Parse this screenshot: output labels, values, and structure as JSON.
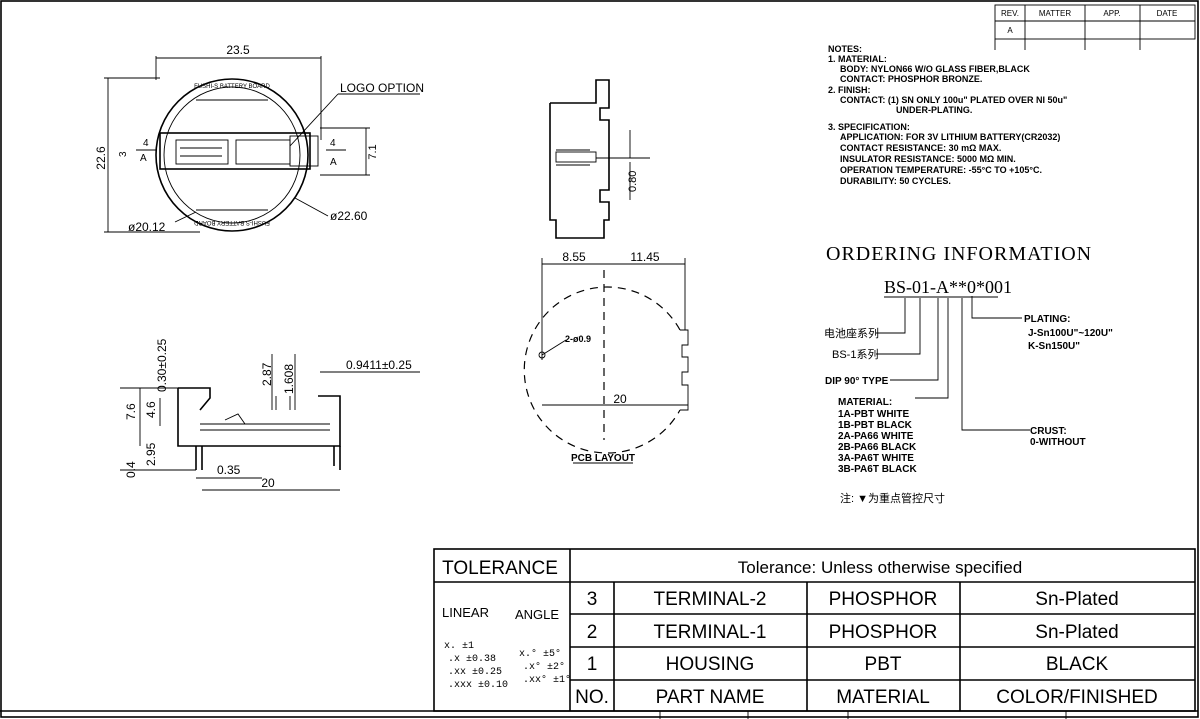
{
  "revision_block": {
    "headers": [
      "REV.",
      "MATTER",
      "APP.",
      "DATE"
    ],
    "rev": "A"
  },
  "notes": {
    "title": "NOTES:",
    "lines": [
      "1. MATERIAL:",
      "BODY: NYLON66 W/O GLASS FIBER,BLACK",
      "CONTACT: PHOSPHOR BRONZE.",
      "2. FINISH:",
      "CONTACT: (1) SN ONLY 100u\" PLATED OVER NI 50u\"",
      "UNDER-PLATING.",
      "3. SPECIFICATION:",
      "APPLICATION: FOR 3V LITHIUM BATTERY(CR2032)",
      "CONTACT RESISTANCE: 30 mΩ MAX.",
      "INSULATOR RESISTANCE: 5000 MΩ MIN.",
      "OPERATION TEMPERATURE: -55°C TO +105°C.",
      "DURABILITY: 50 CYCLES."
    ]
  },
  "ordering": {
    "title": "ORDERING INFORMATION",
    "code": "BS-01-A**0*001",
    "plating_label": "PLATING:",
    "plating_values": [
      "J-Sn100U\"~120U\"",
      "K-Sn150U\""
    ],
    "series_cn": "电池座系列",
    "series_bs": "BS-1系列",
    "dip": "DIP 90° TYPE",
    "material_label": "MATERIAL:",
    "materials": [
      "1A-PBT WHITE",
      "1B-PBT BLACK",
      "2A-PA66 WHITE",
      "2B-PA66 BLACK",
      "3A-PA6T WHITE",
      "3B-PA6T BLACK"
    ],
    "crust_label": "CRUST:",
    "crust_value": "0-WITHOUT",
    "footnote": "注: ▼为重点管控尺寸"
  },
  "top_view": {
    "dims": {
      "width": "23.5",
      "height": "22.6",
      "inner_dia": "ø20.12",
      "outer_dia": "ø22.60",
      "small_3": "3",
      "small_4": "4",
      "small_4b": "4",
      "dim_7_1": "7.1",
      "label_a": "A",
      "label_a2": "A"
    },
    "logo_option": "LOGO OPTION",
    "ring_text_top": "FUSHI-S BATTERY BOARD",
    "ring_text_bottom": "FUSHI-S BATTERY BOARD"
  },
  "side_view": {
    "dim_080": "0.80"
  },
  "pcb_layout": {
    "label": "PCB LAYOUT",
    "dim_left": "8.55",
    "dim_right": "11.45",
    "dim_20": "20",
    "hole": "2-ø0.9"
  },
  "section_view": {
    "dims": {
      "d030": "0.30±0.25",
      "d76": "7.6",
      "d46": "4.6",
      "d295": "2.95",
      "d04": "0.4",
      "d287": "2.87",
      "d1608": "1.608",
      "d09411": "0.9411±0.25",
      "d035": "0.35",
      "d20": "20"
    }
  },
  "tolerance_table": {
    "title": "TOLERANCE",
    "header": "Tolerance: Unless otherwise specified",
    "linear_label": "LINEAR",
    "angle_label": "ANGLE",
    "linear_values": [
      "x.   ±1",
      ".x   ±0.38",
      ".xx  ±0.25",
      ".xxx ±0.10"
    ],
    "angle_values": [
      "x.°  ±5°",
      ".x°  ±2°",
      ".xx° ±1°"
    ],
    "columns": [
      "NO.",
      "PART NAME",
      "MATERIAL",
      "COLOR/FINISHED"
    ],
    "rows": [
      {
        "no": "3",
        "part": "TERMINAL-2",
        "material": "PHOSPHOR",
        "color": "Sn-Plated"
      },
      {
        "no": "2",
        "part": "TERMINAL-1",
        "material": "PHOSPHOR",
        "color": "Sn-Plated"
      },
      {
        "no": "1",
        "part": "HOUSING",
        "material": "PBT",
        "color": "BLACK"
      }
    ]
  }
}
